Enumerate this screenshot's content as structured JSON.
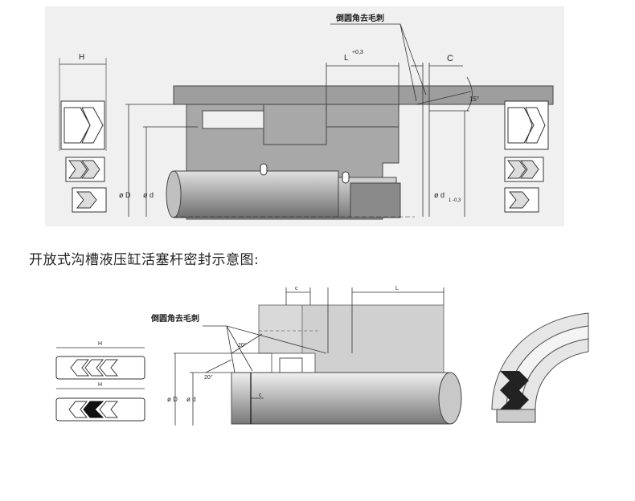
{
  "top": {
    "chamfer_label": "倒圆角去毛刺",
    "h_label": "H",
    "l_label": "L",
    "l_tol": "+0,3",
    "c_label": "C",
    "angle_label": "15°",
    "phi_d_big": "ø D",
    "phi_d_small": "ø d",
    "phi_d1": "ø d",
    "d1_sub": "1 -0,3"
  },
  "caption": "开放式沟槽液压缸活塞杆密封示意图:",
  "bottom": {
    "chamfer_label": "倒圆角去毛刺",
    "h_label_1": "H",
    "h_label_2": "H",
    "c_label_top": "c",
    "l_label": "L",
    "angle_20_a": "20°",
    "angle_20_b": "20°",
    "phi_d_big": "ø D",
    "phi_d_small": "ø d",
    "c_label_rod": "c"
  }
}
